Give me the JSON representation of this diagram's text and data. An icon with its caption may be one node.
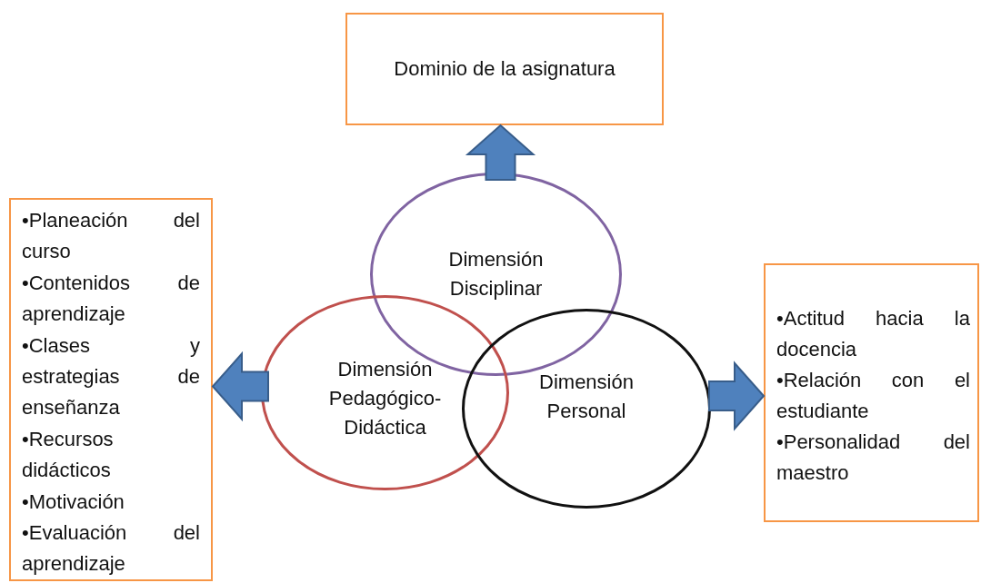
{
  "diagram": {
    "nodes": [
      {
        "text": [
          "Dominio de la asignatura"
        ]
      },
      {
        "text": [
          "•Planeación del curso",
          "•Contenidos de aprendizaje",
          "•Clases y estrategias de enseñanza",
          "•Recursos didácticos",
          "•Motivación",
          "•Evaluación del aprendizaje"
        ]
      },
      {
        "text": [
          "Dimensión Disciplinar"
        ]
      },
      {
        "text": [
          "Dimensión Pedagógico-Didáctica"
        ]
      },
      {
        "text": [
          "Dimensión Personal"
        ]
      },
      {
        "text": [
          "•Actitud hacia la docencia",
          "•Relación con el estudiante",
          "•Personalidad del maestro"
        ]
      }
    ],
    "edges": [
      {
        "from": 2,
        "to": 0,
        "arrow": "to",
        "style": "thick"
      },
      {
        "from": 3,
        "to": 1,
        "arrow": "to",
        "style": "thick"
      },
      {
        "from": 4,
        "to": 5,
        "arrow": "to",
        "style": "thick"
      }
    ]
  }
}
